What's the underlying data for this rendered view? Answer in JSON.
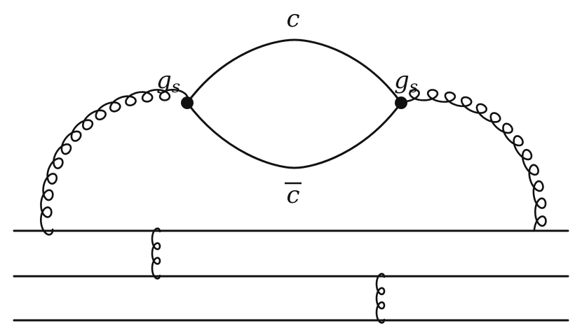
{
  "diagram": {
    "type": "feynman-diagram",
    "labels": {
      "quark": "c",
      "antiquark": "c",
      "vertex_left": {
        "main": "g",
        "sub": "s"
      },
      "vertex_right": {
        "main": "g",
        "sub": "s"
      }
    },
    "elements": {
      "horizontal_lines": 3,
      "vertices": 2,
      "gluon_propagators": 4
    },
    "colors": {
      "line": "#111111",
      "background": "#ffffff"
    }
  }
}
